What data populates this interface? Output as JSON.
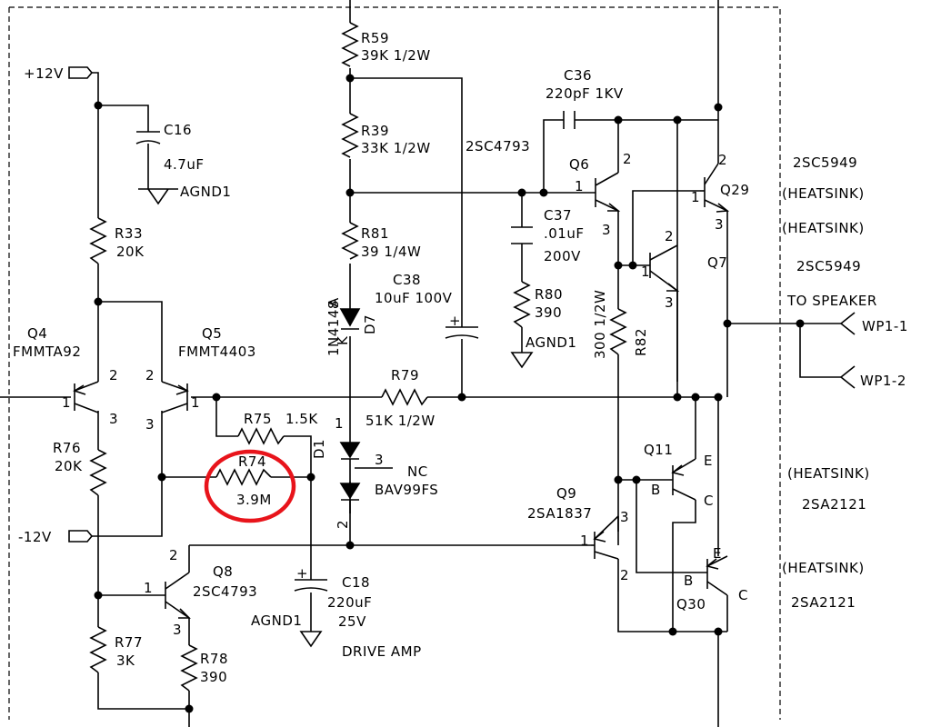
{
  "rails": {
    "vpos": "+12V",
    "vneg": "-12V"
  },
  "components": {
    "r59": {
      "ref": "R59",
      "value": "39K 1/2W"
    },
    "r39": {
      "ref": "R39",
      "value": "33K 1/2W"
    },
    "r81": {
      "ref": "R81",
      "value": "39 1/4W"
    },
    "r33": {
      "ref": "R33",
      "value": "20K"
    },
    "r76": {
      "ref": "R76",
      "value": "20K"
    },
    "r75": {
      "ref": "R75",
      "value": "1.5K"
    },
    "r74": {
      "ref": "R74",
      "value": "3.9M"
    },
    "r79": {
      "ref": "R79",
      "value": "51K 1/2W"
    },
    "r77": {
      "ref": "R77",
      "value": "3K"
    },
    "r78": {
      "ref": "R78",
      "value": "390"
    },
    "r80": {
      "ref": "R80",
      "value": "390"
    },
    "r82": {
      "ref": "R82",
      "value": "300 1/2W"
    },
    "c16": {
      "ref": "C16",
      "value": "4.7uF"
    },
    "c36": {
      "ref": "C36",
      "value": "220pF 1KV"
    },
    "c37": {
      "ref": "C37",
      "value": ".01uF",
      "voltage": "200V"
    },
    "c38": {
      "ref": "C38",
      "value": "10uF 100V"
    },
    "c18": {
      "ref": "C18",
      "value": "220uF",
      "voltage": "25V"
    },
    "d7": {
      "ref": "D7",
      "part": "1N4148",
      "anode": "A",
      "cathode": "K"
    },
    "d1": {
      "ref": "D1",
      "part": "BAV99FS",
      "nc": "NC",
      "pin1": "1",
      "pin2": "2",
      "pin3": "3"
    },
    "q4": {
      "ref": "Q4",
      "part": "FMMTA92"
    },
    "q5": {
      "ref": "Q5",
      "part": "FMMT4403"
    },
    "q6": {
      "ref": "Q6",
      "part": "2SC4793"
    },
    "q7": {
      "ref": "Q7"
    },
    "q8": {
      "ref": "Q8",
      "part": "2SC4793"
    },
    "q9": {
      "ref": "Q9",
      "part": "2SA1837"
    },
    "q11": {
      "ref": "Q11"
    },
    "q29": {
      "ref": "Q29"
    },
    "q30": {
      "ref": "Q30"
    }
  },
  "pins": {
    "p1": "1",
    "p2": "2",
    "p3": "3",
    "e": "E",
    "b": "B",
    "c": "C"
  },
  "grounds": {
    "agnd": "AGND1"
  },
  "annotations": {
    "q29_part": "2SC5949",
    "heatsink": "(HEATSINK)",
    "q7_part": "2SC5949",
    "to_speaker": "TO SPEAKER",
    "wp1_1": "WP1-1",
    "wp1_2": "WP1-2",
    "q11_part": "2SA2121",
    "q30_part": "2SA2121",
    "block": "DRIVE AMP"
  },
  "highlight": {
    "target": "R74",
    "color": "#e8141b"
  }
}
